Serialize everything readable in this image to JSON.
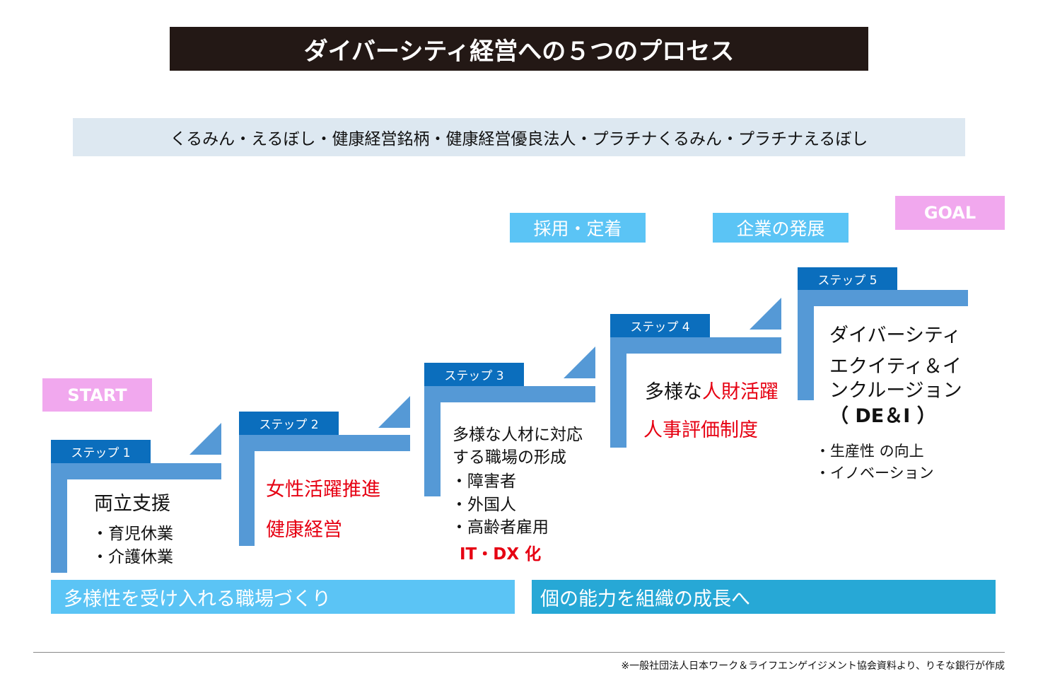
{
  "title": "ダイバーシティ経営への５つのプロセス",
  "certifications": "くるみん・えるぼし・健康経営銘柄・健康経営優良法人・プラチナくるみん・プラチナえるぼし",
  "labels": {
    "start": "START",
    "goal": "GOAL",
    "hiring": "採用・定着",
    "growth": "企業の発展"
  },
  "steps": [
    {
      "tab": "ステップ 1",
      "lines": [
        "両立支援",
        "・育児休業",
        "・介護休業"
      ]
    },
    {
      "tab": "ステップ 2",
      "lines": [
        "女性活躍推進",
        "健康経営"
      ]
    },
    {
      "tab": "ステップ 3",
      "lines": [
        "多様な人材に対応",
        "する職場の形成",
        "・障害者",
        "・外国人",
        "・高齢者雇用",
        "IT・DX 化"
      ]
    },
    {
      "tab": "ステップ 4",
      "lines": [
        "多様な",
        "人財活躍",
        "人事評価制度"
      ]
    },
    {
      "tab": "ステップ 5",
      "lines": [
        "ダイバーシティ",
        "エクイティ＆イ",
        "ンクルージョン",
        "（  DE＆I ）",
        "・生産性  の向上",
        "・イノベーション"
      ]
    }
  ],
  "bands": {
    "left": "多様性を受け入れる職場づくり",
    "right": "個の能力を組織の成長へ"
  },
  "footnote": "※一般社団法人日本ワーク＆ライフエンゲイジメント協会資料より、りそな銀行が作成",
  "colors": {
    "tab": "#0b6ebd",
    "bar": "#5599d6",
    "label": "#5bc4f5",
    "band_right": "#27a8d6",
    "pink": "#f1a8ee",
    "red": "#e60012"
  }
}
